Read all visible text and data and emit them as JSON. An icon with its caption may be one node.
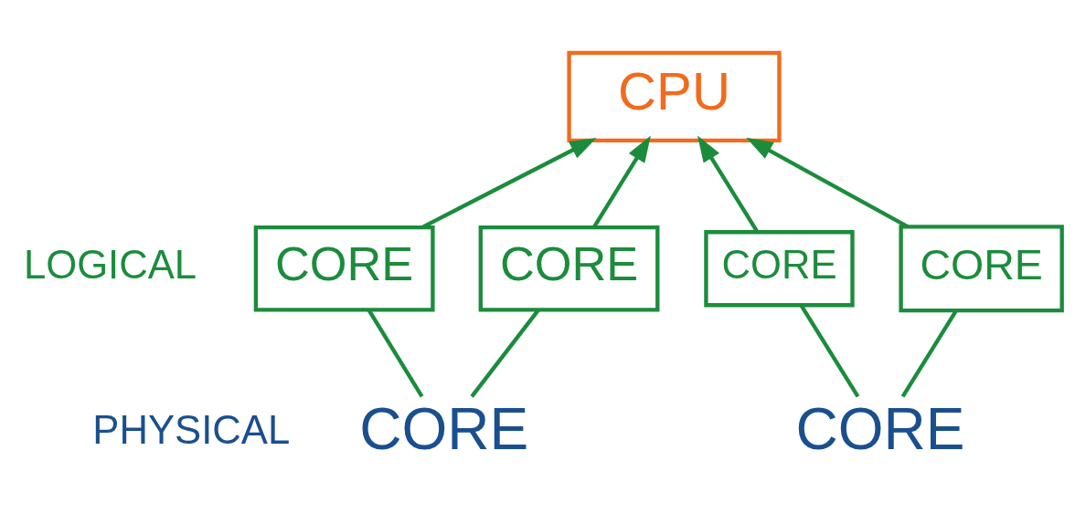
{
  "diagram": {
    "nodes": [
      {
        "text": [
          "CPU"
        ]
      },
      {
        "text": [
          "CORE"
        ]
      },
      {
        "text": [
          "CORE"
        ]
      },
      {
        "text": [
          "CORE"
        ]
      },
      {
        "text": [
          "CORE"
        ]
      },
      {
        "text": [
          "CORE"
        ]
      },
      {
        "text": [
          "CORE"
        ]
      }
    ],
    "edges": [
      {
        "from": 1,
        "to": 0,
        "arrow": "to"
      },
      {
        "from": 2,
        "to": 0,
        "arrow": "to"
      },
      {
        "from": 3,
        "to": 0,
        "arrow": "to"
      },
      {
        "from": 4,
        "to": 0,
        "arrow": "to"
      },
      {
        "from": 5,
        "to": 1,
        "arrow": "none"
      },
      {
        "from": 5,
        "to": 2,
        "arrow": "none"
      },
      {
        "from": 6,
        "to": 3,
        "arrow": "none"
      },
      {
        "from": 6,
        "to": 4,
        "arrow": "none"
      }
    ],
    "labels": [
      "LOGICAL",
      "PHYSICAL"
    ]
  }
}
